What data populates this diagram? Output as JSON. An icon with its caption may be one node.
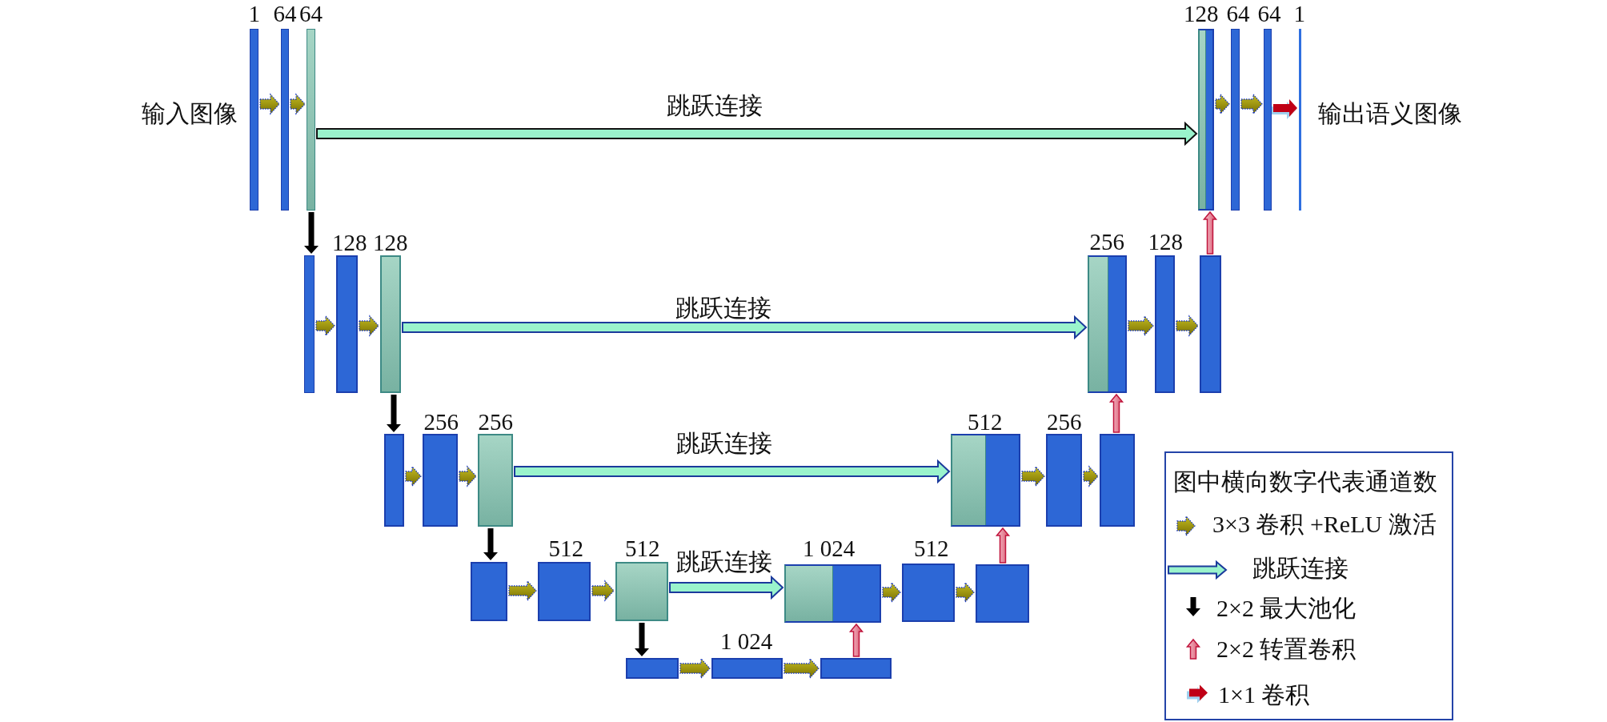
{
  "diagram": {
    "nodes": [
      {
        "text": [],
        "shape": "bar",
        "beside": [
          "1",
          "输入图像"
        ]
      },
      {
        "text": [],
        "shape": "bar",
        "beside": [
          "64"
        ]
      },
      {
        "text": [],
        "shape": "bar",
        "beside": [
          "64"
        ]
      },
      {
        "text": [],
        "shape": "bar",
        "beside": [
          "128"
        ]
      },
      {
        "text": [],
        "shape": "bar",
        "beside": [
          "64"
        ]
      },
      {
        "text": [],
        "shape": "bar",
        "beside": [
          "64"
        ]
      },
      {
        "text": [],
        "shape": "bar",
        "beside": [
          "1",
          "输出语义图像"
        ]
      },
      {
        "text": [],
        "shape": "bar"
      },
      {
        "text": [],
        "shape": "bar",
        "beside": [
          "128"
        ]
      },
      {
        "text": [],
        "shape": "bar",
        "beside": [
          "128"
        ]
      },
      {
        "text": [],
        "shape": "bar",
        "beside": [
          "256"
        ]
      },
      {
        "text": [],
        "shape": "bar",
        "beside": [
          "128"
        ]
      },
      {
        "text": [],
        "shape": "bar"
      },
      {
        "text": [],
        "shape": "bar"
      },
      {
        "text": [],
        "shape": "bar",
        "beside": [
          "256"
        ]
      },
      {
        "text": [],
        "shape": "bar",
        "beside": [
          "256"
        ]
      },
      {
        "text": [],
        "shape": "bar",
        "beside": [
          "512"
        ]
      },
      {
        "text": [],
        "shape": "bar",
        "beside": [
          "256"
        ]
      },
      {
        "text": [],
        "shape": "bar"
      },
      {
        "text": [],
        "shape": "bar"
      },
      {
        "text": [],
        "shape": "bar",
        "beside": [
          "512"
        ]
      },
      {
        "text": [],
        "shape": "bar",
        "beside": [
          "512"
        ]
      },
      {
        "text": [],
        "shape": "bar",
        "beside": [
          "1 024"
        ]
      },
      {
        "text": [],
        "shape": "bar",
        "beside": [
          "512"
        ]
      },
      {
        "text": [],
        "shape": "bar"
      },
      {
        "text": [],
        "shape": "bar"
      },
      {
        "text": [],
        "shape": "bar",
        "beside": [
          "1 024"
        ]
      },
      {
        "text": [],
        "shape": "bar"
      }
    ],
    "edges": [
      {
        "from": 0,
        "to": 1,
        "arrow": "to"
      },
      {
        "from": 1,
        "to": 2,
        "arrow": "to"
      },
      {
        "from": 2,
        "to": 3,
        "arrow": "to",
        "label": "跳跃连接",
        "style": "thick",
        "color": "#9af3cc"
      },
      {
        "from": 3,
        "to": 4,
        "arrow": "to"
      },
      {
        "from": 4,
        "to": 5,
        "arrow": "to"
      },
      {
        "from": 5,
        "to": 6,
        "arrow": "to",
        "color": "#c00018"
      },
      {
        "from": 2,
        "to": 7,
        "arrow": "to",
        "color": "#000000"
      },
      {
        "from": 7,
        "to": 8,
        "arrow": "to"
      },
      {
        "from": 8,
        "to": 9,
        "arrow": "to"
      },
      {
        "from": 9,
        "to": 10,
        "arrow": "to",
        "label": "跳跃连接",
        "style": "thick",
        "color": "#9af3cc"
      },
      {
        "from": 10,
        "to": 11,
        "arrow": "to"
      },
      {
        "from": 11,
        "to": 12,
        "arrow": "to"
      },
      {
        "from": 12,
        "to": 3,
        "arrow": "to",
        "color": "#c0143c"
      },
      {
        "from": 9,
        "to": 13,
        "arrow": "to",
        "color": "#000000"
      },
      {
        "from": 13,
        "to": 14,
        "arrow": "to"
      },
      {
        "from": 14,
        "to": 15,
        "arrow": "to"
      },
      {
        "from": 15,
        "to": 16,
        "arrow": "to",
        "label": "跳跃连接",
        "style": "thick",
        "color": "#9af3cc"
      },
      {
        "from": 16,
        "to": 17,
        "arrow": "to"
      },
      {
        "from": 17,
        "to": 18,
        "arrow": "to"
      },
      {
        "from": 18,
        "to": 10,
        "arrow": "to",
        "color": "#c0143c"
      },
      {
        "from": 15,
        "to": 19,
        "arrow": "to",
        "color": "#000000"
      },
      {
        "from": 19,
        "to": 20,
        "arrow": "to"
      },
      {
        "from": 20,
        "to": 21,
        "arrow": "to"
      },
      {
        "from": 21,
        "to": 22,
        "arrow": "to",
        "label": "跳跃连接",
        "style": "thick",
        "color": "#9af3cc"
      },
      {
        "from": 22,
        "to": 23,
        "arrow": "to"
      },
      {
        "from": 23,
        "to": 24,
        "arrow": "to"
      },
      {
        "from": 24,
        "to": 16,
        "arrow": "to",
        "color": "#c0143c"
      },
      {
        "from": 21,
        "to": 25,
        "arrow": "to",
        "color": "#000000"
      },
      {
        "from": 25,
        "to": 26,
        "arrow": "to"
      },
      {
        "from": 26,
        "to": 27,
        "arrow": "to"
      },
      {
        "from": 27,
        "to": 22,
        "arrow": "to",
        "color": "#c0143c"
      }
    ],
    "labels": [
      "图中横向数字代表通道数"
    ],
    "legend": [
      {
        "text": "3×3 卷积 +ReLU 激活"
      },
      {
        "text": "跳跃连接"
      },
      {
        "text": "2×2 最大池化"
      },
      {
        "text": "2×2 转置卷积"
      },
      {
        "text": "1×1 卷积"
      }
    ]
  }
}
